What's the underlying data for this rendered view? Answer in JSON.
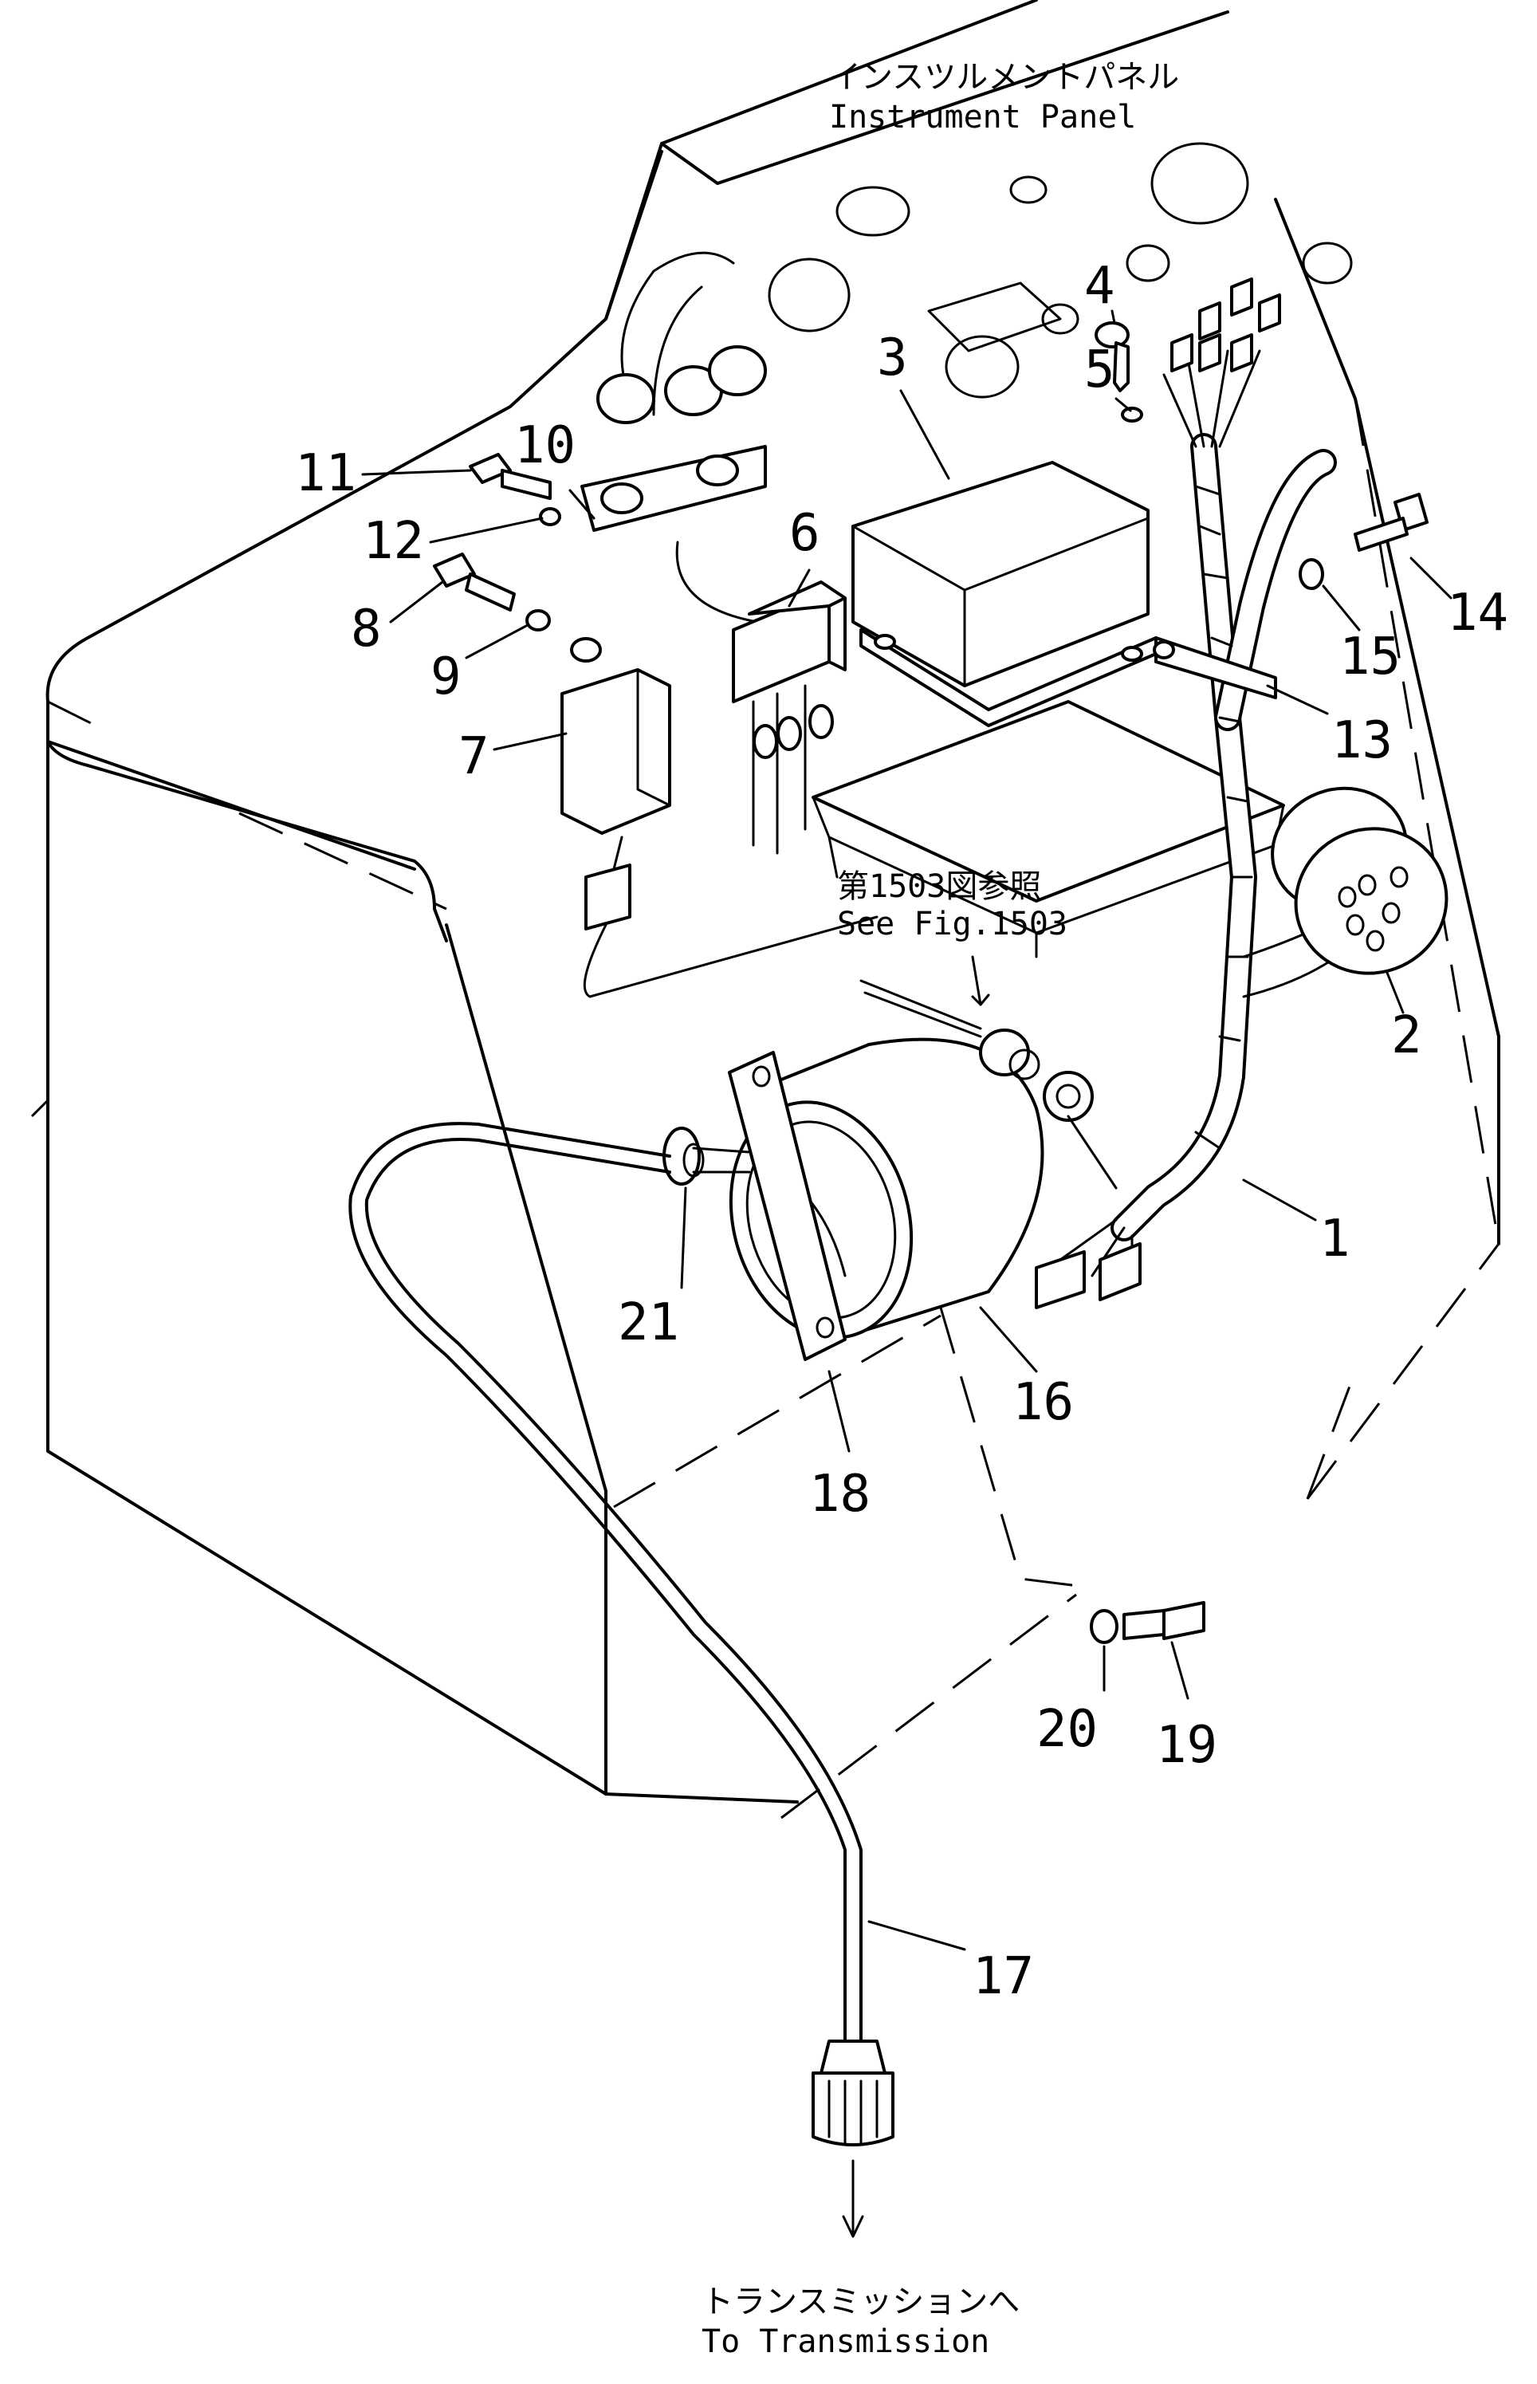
{
  "labels": {
    "instrument_panel_jp": "インスツルメントパネル",
    "instrument_panel_en": "Instrument Panel",
    "see_fig_jp": "第1503図参照",
    "see_fig_en": "See Fig.1503",
    "to_transmission_jp": "トランスミッションへ",
    "to_transmission_en": "To Transmission"
  },
  "callouts": [
    "1",
    "2",
    "3",
    "4",
    "5",
    "6",
    "7",
    "8",
    "9",
    "10",
    "11",
    "12",
    "13",
    "14",
    "15",
    "16",
    "17",
    "18",
    "19",
    "20",
    "21"
  ]
}
